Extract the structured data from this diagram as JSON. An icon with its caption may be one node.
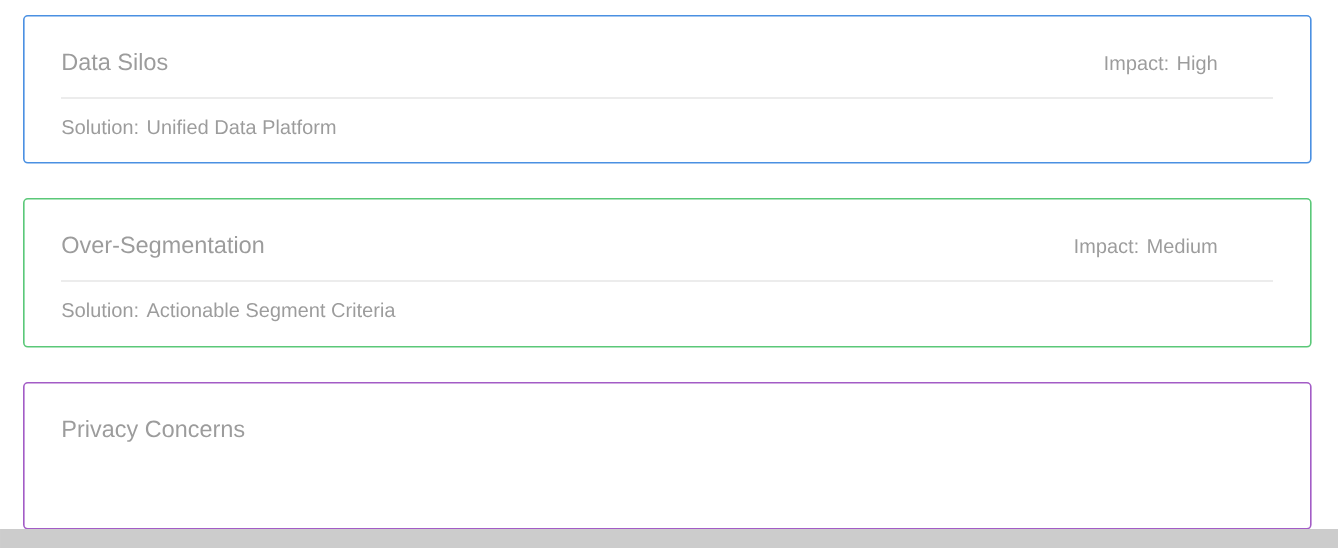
{
  "diagram": {
    "nodes": [
      {
        "text": [
          "Data Silos",
          "Impact: High",
          "Solution: Unified Data Platform"
        ]
      },
      {
        "text": [
          "Over-Segmentation",
          "Impact: Medium",
          "Solution: Actionable Segment Criteria"
        ]
      },
      {
        "text": [
          "Privacy Concerns"
        ]
      }
    ]
  }
}
